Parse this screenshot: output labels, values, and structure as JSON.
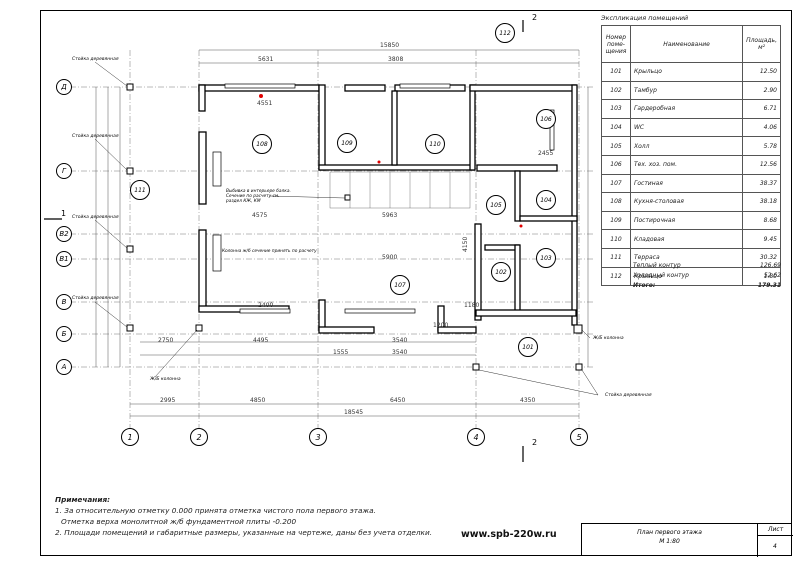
{
  "room_table": {
    "title": "Экспликация помещений",
    "headers": {
      "number": "Номер поме- щения",
      "name": "Наименование",
      "area": "Площадь, м²"
    },
    "rows": [
      {
        "number": "101",
        "name": "Крыльцо",
        "area": "12.50"
      },
      {
        "number": "102",
        "name": "Тамбур",
        "area": "2.90"
      },
      {
        "number": "103",
        "name": "Гардеробная",
        "area": "6.71"
      },
      {
        "number": "104",
        "name": "WC",
        "area": "4.06"
      },
      {
        "number": "105",
        "name": "Холл",
        "area": "5.78"
      },
      {
        "number": "106",
        "name": "Тех. хоз. пом.",
        "area": "12.56"
      },
      {
        "number": "107",
        "name": "Гостиная",
        "area": "38.37"
      },
      {
        "number": "108",
        "name": "Кухня-столовая",
        "area": "38.18"
      },
      {
        "number": "109",
        "name": "Постирочная",
        "area": "8.68"
      },
      {
        "number": "110",
        "name": "Кладовая",
        "area": "9.45"
      },
      {
        "number": "111",
        "name": "Терраса",
        "area": "30.32"
      },
      {
        "number": "112",
        "name": "Крыльцо",
        "area": "1.80"
      }
    ],
    "totals": [
      {
        "label": "Теплый контур",
        "value": "126.69"
      },
      {
        "label": "Холодный контур",
        "value": "52.62"
      },
      {
        "label": "Итого:",
        "value": "179.31"
      }
    ]
  },
  "notes": {
    "title": "Примечания:",
    "lines": [
      "1. За относительную отметку 0.000 принята отметка чистого пола первого этажа.",
      "Отметка верха  монолитной ж/б фундаментной плиты  -0.200",
      "2. Площади помещений и габаритные размеры, указанные на чертеже, даны без учета отделки."
    ]
  },
  "website": "www.spb-220w.ru",
  "stamp": {
    "title": "План первого этажа",
    "scale": "М 1:80",
    "sheet_label": "Лист",
    "sheet_number": "4"
  },
  "axes": {
    "columns": [
      "1",
      "2",
      "3",
      "4",
      "5"
    ],
    "rows": [
      "Д",
      "Г",
      "В2",
      "В1",
      "В",
      "Б",
      "А"
    ]
  },
  "room_markers": [
    "101",
    "102",
    "103",
    "104",
    "105",
    "106",
    "107",
    "108",
    "109",
    "110",
    "111",
    "112"
  ],
  "dimensions": {
    "top_overall": "15850",
    "top_chain": [
      "5631",
      "3808"
    ],
    "bottom_overall": "18545",
    "bottom_chain": [
      "2995",
      "4850",
      "6450",
      "4350"
    ],
    "inner": [
      "4551",
      "4575",
      "5963",
      "5900",
      "2400",
      "4495",
      "2750",
      "1555",
      "3540",
      "3540",
      "2455",
      "1180",
      "4150",
      "1200"
    ]
  },
  "annotations": {
    "wood_post": "Стойка деревянная",
    "column": "Ж/Б колонна",
    "column_note": "Колонна ж/б сечение принять по расчету",
    "beam_note": "Выбивка в интерьере балка. Сечение по расчету см. раздел КЖ, КМ",
    "section_mark": "1",
    "section_mark_2": "2"
  },
  "colors": {
    "line": "#000000",
    "dim": "#555555",
    "red_dot": "#e00000"
  }
}
